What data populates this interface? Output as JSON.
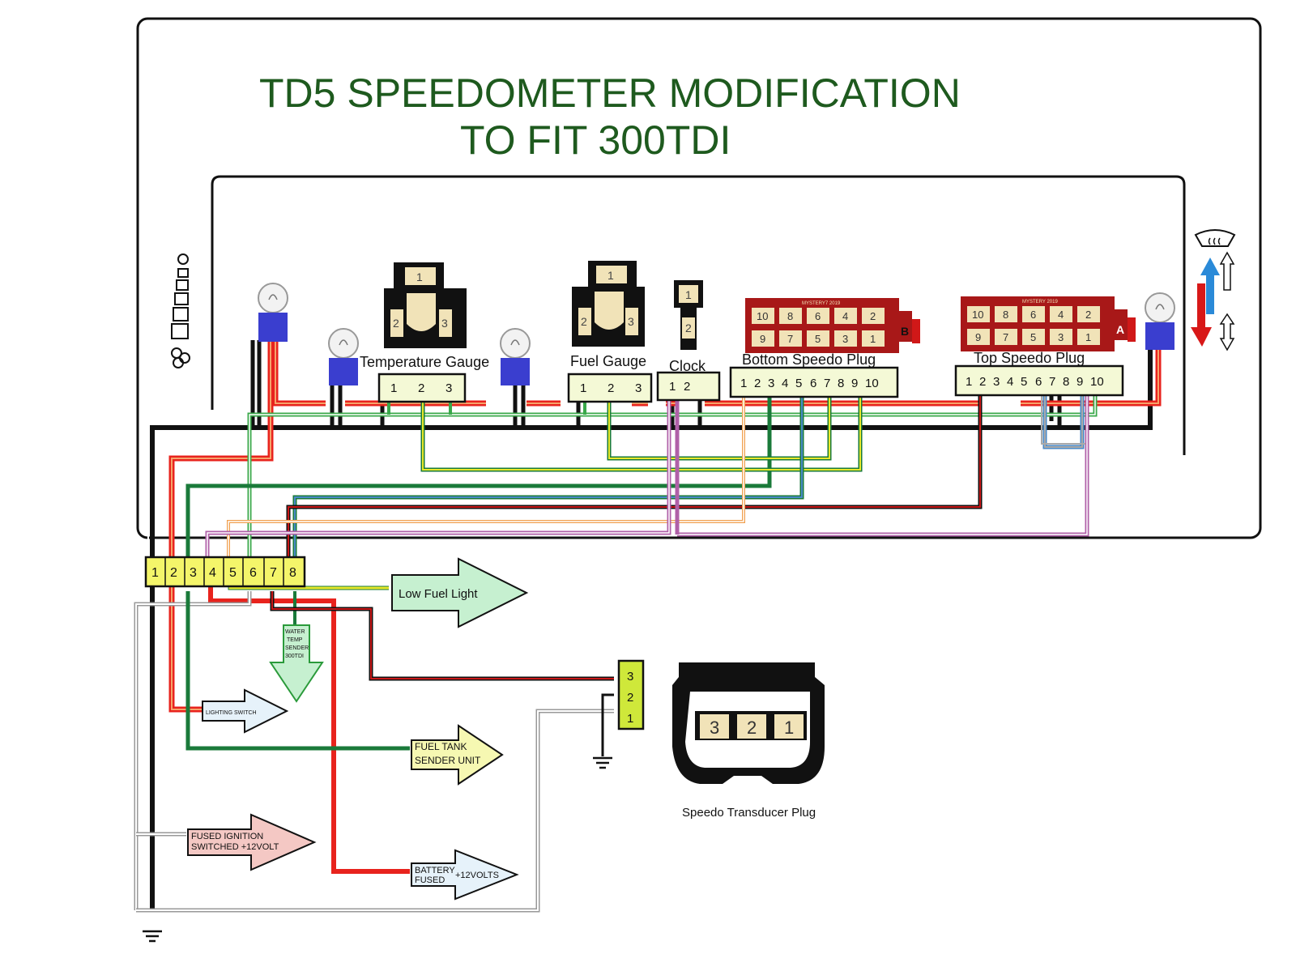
{
  "title": {
    "line1": "TD5 SPEEDOMETER MODIFICATION",
    "line2": "TO FIT 300TDI"
  },
  "colors": {
    "title": "#1e5a1e",
    "red": "#e8231d",
    "orange": "#f07a1a",
    "green": "#1a7a3a",
    "yellow": "#e8e82a",
    "connector_fill": "#f4f9d6",
    "plug_red": "#a81818",
    "blue_socket": "#3a3ecf"
  },
  "gauges": {
    "temperature": {
      "label": "Temperature Gauge",
      "pins": [
        "1",
        "2",
        "3"
      ],
      "socket_pins": [
        "1",
        "2",
        "3"
      ]
    },
    "fuel": {
      "label": "Fuel Gauge",
      "pins": [
        "1",
        "2",
        "3"
      ],
      "socket_pins": [
        "1",
        "2",
        "3"
      ]
    },
    "clock": {
      "label": "Clock",
      "pins": [
        "1",
        "2"
      ],
      "socket_pins": [
        "1",
        "2"
      ]
    }
  },
  "bottom_plug": {
    "label": "Bottom Speedo Plug",
    "pins": [
      "1",
      "2",
      "3",
      "4",
      "5",
      "6",
      "7",
      "8",
      "9",
      "10"
    ],
    "letter": "B",
    "brand": "MYSTERY7 2019",
    "numbers_top": [
      "10",
      "8",
      "6",
      "4",
      "2"
    ],
    "numbers_bottom": [
      "9",
      "7",
      "5",
      "3",
      "1"
    ]
  },
  "top_plug": {
    "label": "Top Speedo Plug",
    "pins": [
      "1",
      "2",
      "3",
      "4",
      "5",
      "6",
      "7",
      "8",
      "9",
      "10"
    ],
    "letter": "A",
    "brand": "MYSTERY 2019",
    "numbers_top": [
      "10",
      "8",
      "6",
      "4",
      "2"
    ],
    "numbers_bottom": [
      "9",
      "7",
      "5",
      "3",
      "1"
    ]
  },
  "main_connector": {
    "pins": [
      "1",
      "2",
      "3",
      "4",
      "5",
      "6",
      "7",
      "8"
    ]
  },
  "transducer_connector": {
    "pins": [
      "3",
      "2",
      "1"
    ]
  },
  "transducer_plug": {
    "label": "Speedo Transducer Plug",
    "pins": [
      "3",
      "2",
      "1"
    ]
  },
  "arrows": {
    "low_fuel": "Low Fuel  Light",
    "water_temp": [
      "WATER",
      "TEMP",
      "SENDER",
      "300TDI"
    ],
    "lighting": "LIGHTING SWITCH",
    "fuel_tank": [
      "FUEL TANK",
      "SENDER UNIT"
    ],
    "ignition": [
      "FUSED IGNITION",
      "SWITCHED +12VOLT"
    ],
    "battery": [
      "BATTERY",
      "FUSED",
      "+12VOLTS"
    ]
  }
}
